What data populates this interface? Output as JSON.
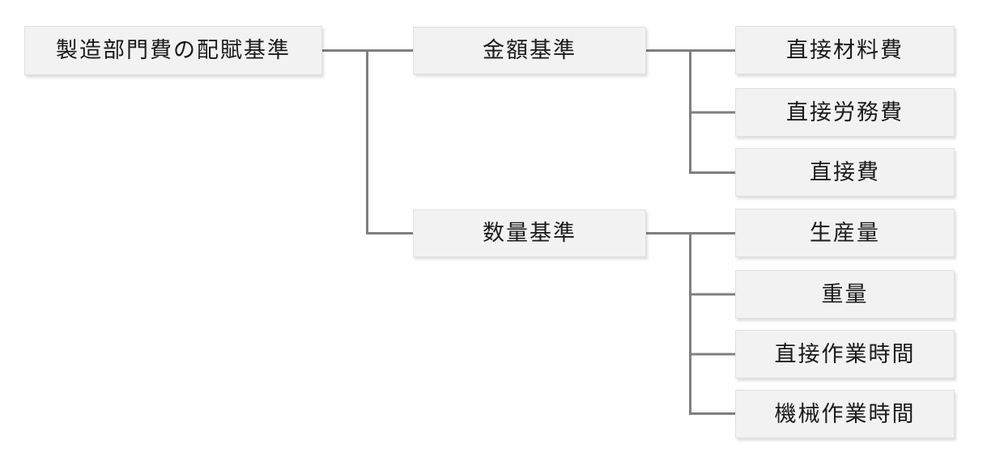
{
  "diagram": {
    "title": "製造部門費の配賦基準",
    "root": {
      "label": "製造部門費の配賦基準"
    },
    "branches": [
      {
        "label": "金額基準",
        "children": [
          {
            "label": "直接材料費"
          },
          {
            "label": "直接労務費"
          },
          {
            "label": "直接費"
          }
        ]
      },
      {
        "label": "数量基準",
        "children": [
          {
            "label": "生産量"
          },
          {
            "label": "重量"
          },
          {
            "label": "直接作業時間"
          },
          {
            "label": "機械作業時間"
          }
        ]
      }
    ],
    "style": {
      "box_fill": "#f2f2f2",
      "box_border": "#e0e0e0",
      "connector_color": "#7f7f7f",
      "text_color": "#1a1a1a",
      "background": "#ffffff"
    }
  }
}
